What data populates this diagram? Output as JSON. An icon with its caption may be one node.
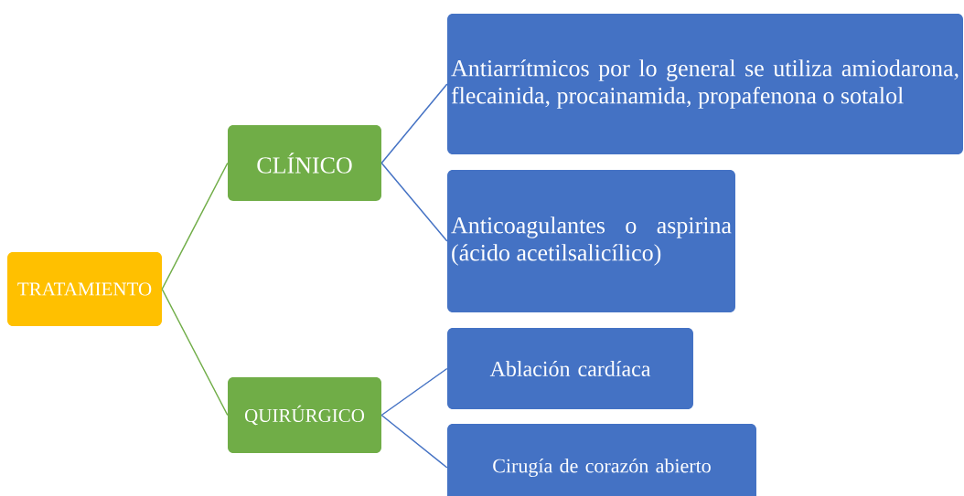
{
  "diagram": {
    "nodes": [
      {
        "text": [
          "TRATAMIENTO"
        ]
      },
      {
        "text": [
          "CLÍNICO"
        ]
      },
      {
        "text": [
          "QUIRÚRGICO"
        ]
      },
      {
        "text": [
          "Antiarrítmicos por lo general se utiliza amiodarona, flecainida, procainamida, propafenona o sotalol"
        ]
      },
      {
        "text": [
          "Anticoagulantes o aspirina (ácido acetilsalicílico)"
        ]
      },
      {
        "text": [
          "Ablación cardíaca"
        ]
      },
      {
        "text": [
          "Cirugía de corazón abierto"
        ]
      }
    ],
    "edges": [
      {
        "from": 0,
        "to": 1,
        "arrow": "none",
        "color": "#70ad47"
      },
      {
        "from": 0,
        "to": 2,
        "arrow": "none",
        "color": "#70ad47"
      },
      {
        "from": 1,
        "to": 3,
        "arrow": "none"
      },
      {
        "from": 1,
        "to": 4,
        "arrow": "none"
      },
      {
        "from": 2,
        "to": 5,
        "arrow": "none"
      },
      {
        "from": 2,
        "to": 6,
        "arrow": "none"
      }
    ]
  }
}
